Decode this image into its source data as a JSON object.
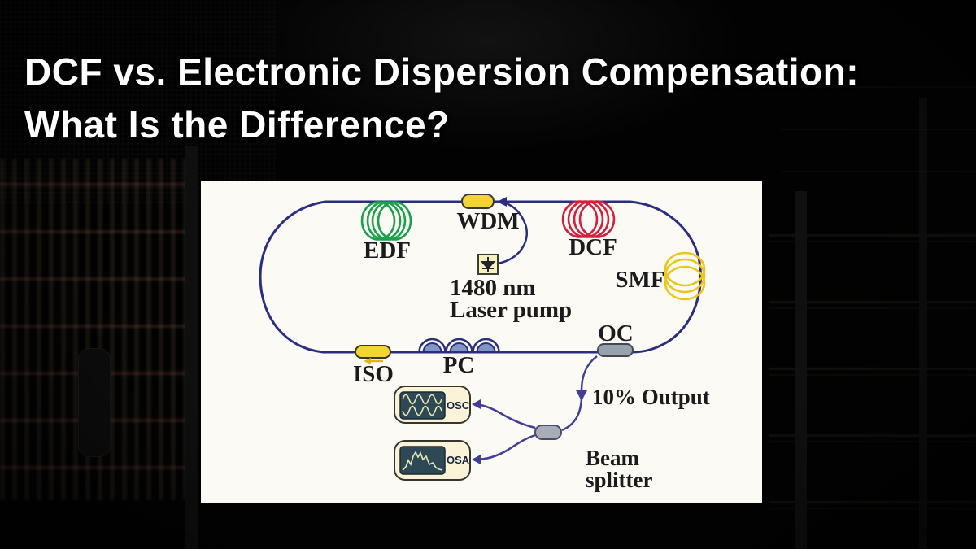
{
  "title": {
    "line1": "DCF vs. Electronic Dispersion Compensation:",
    "line2": "What Is the Difference?"
  },
  "diagram": {
    "components": {
      "edf": {
        "label": "EDF"
      },
      "wdm": {
        "label": "WDM"
      },
      "dcf": {
        "label": "DCF"
      },
      "smf": {
        "label": "SMF"
      },
      "pump": {
        "label_line1": "1480 nm",
        "label_line2": "Laser pump"
      },
      "iso": {
        "label": "ISO"
      },
      "pc": {
        "label": "PC"
      },
      "oc": {
        "label": "OC"
      },
      "output": {
        "label": "10% Output"
      },
      "beam_splitter": {
        "label_line1": "Beam",
        "label_line2": "splitter"
      },
      "osc": {
        "label": "OSC"
      },
      "osa": {
        "label": "OSA"
      }
    },
    "colors": {
      "fiber": "#2b2e80",
      "output_fiber": "#413d99",
      "edf_coil": "#1aa14b",
      "dcf_coil": "#d2203f",
      "smf_coil": "#eec51a",
      "wdm_fill": "#f3d430",
      "iso_fill": "#f3d430",
      "iso_arrow": "#e2b714",
      "oc_fill": "#98a2ad",
      "beam_splitter_fill": "#a7aeb8",
      "pc_fill": "#7f97c7",
      "pump_fill": "#f6efc0",
      "instrument_fill": "#faf3d8",
      "screen_fill": "#2e4956",
      "trace": "#ece8b4",
      "panel_bg": "#fbfaf5",
      "title_color": "#ffffff"
    }
  }
}
